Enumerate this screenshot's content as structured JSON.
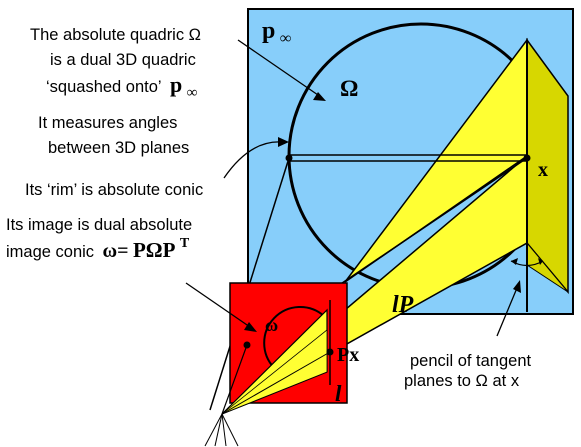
{
  "annotations": {
    "absolute_quadric": {
      "line1": "The absolute quadric Ω",
      "line2": "is a dual 3D quadric",
      "line3_prefix": "‘squashed onto’",
      "line3_symbol": "p",
      "line3_subscript": "∞"
    },
    "measures_angles": {
      "line1": "It measures angles",
      "line2": "between 3D planes"
    },
    "rim": "Its ‘rim’ is absolute conic",
    "image_conic": {
      "line1": "Its image is dual absolute",
      "line2_prefix": "image conic",
      "line2_omega": "ω=",
      "line2_formula": "PΩP",
      "line2_superscript": "T"
    },
    "pencil": {
      "line1": "pencil of tangent",
      "line2": "planes to Ω  at x"
    }
  },
  "labels": {
    "plane_infinity": "p",
    "plane_infinity_sub": "∞",
    "omega_upper": "Ω",
    "point_x": "x",
    "line_lP": "lP",
    "omega_lower": "ω",
    "point_Px": "Px",
    "line_l": "l"
  },
  "colors": {
    "plane_infinity_fill": "#87CEFA",
    "image_plane_fill": "#FF0000",
    "tangent_plane_fill": "#FFFF33",
    "tangent_plane_side_fill": "#D7D700",
    "outline": "#000000"
  }
}
